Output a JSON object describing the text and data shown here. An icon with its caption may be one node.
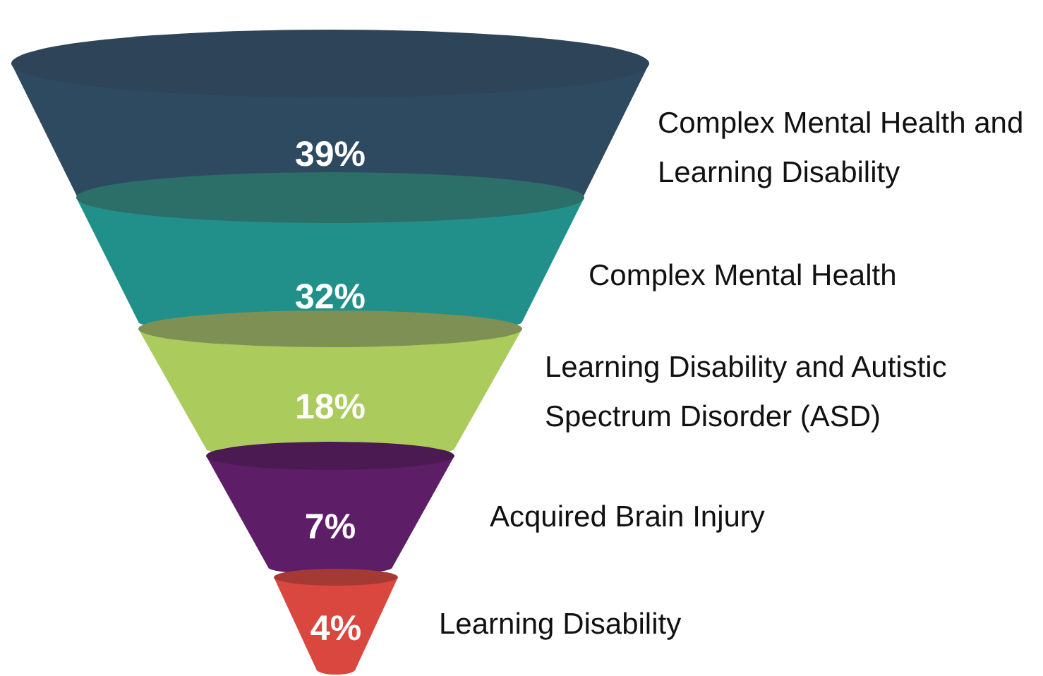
{
  "diagram": {
    "nodes": [
      {
        "text": [
          "39%"
        ],
        "beside": [
          "Complex Mental Health and Learning Disability"
        ]
      },
      {
        "text": [
          "32%"
        ],
        "beside": [
          "Complex Mental Health"
        ]
      },
      {
        "text": [
          "18%"
        ],
        "beside": [
          "Learning Disability and Autistic Spectrum Disorder (ASD)"
        ]
      },
      {
        "text": [
          "7%"
        ],
        "beside": [
          "Acquired Brain Injury"
        ]
      },
      {
        "text": [
          "4%"
        ],
        "beside": [
          "Learning Disability"
        ]
      }
    ]
  }
}
